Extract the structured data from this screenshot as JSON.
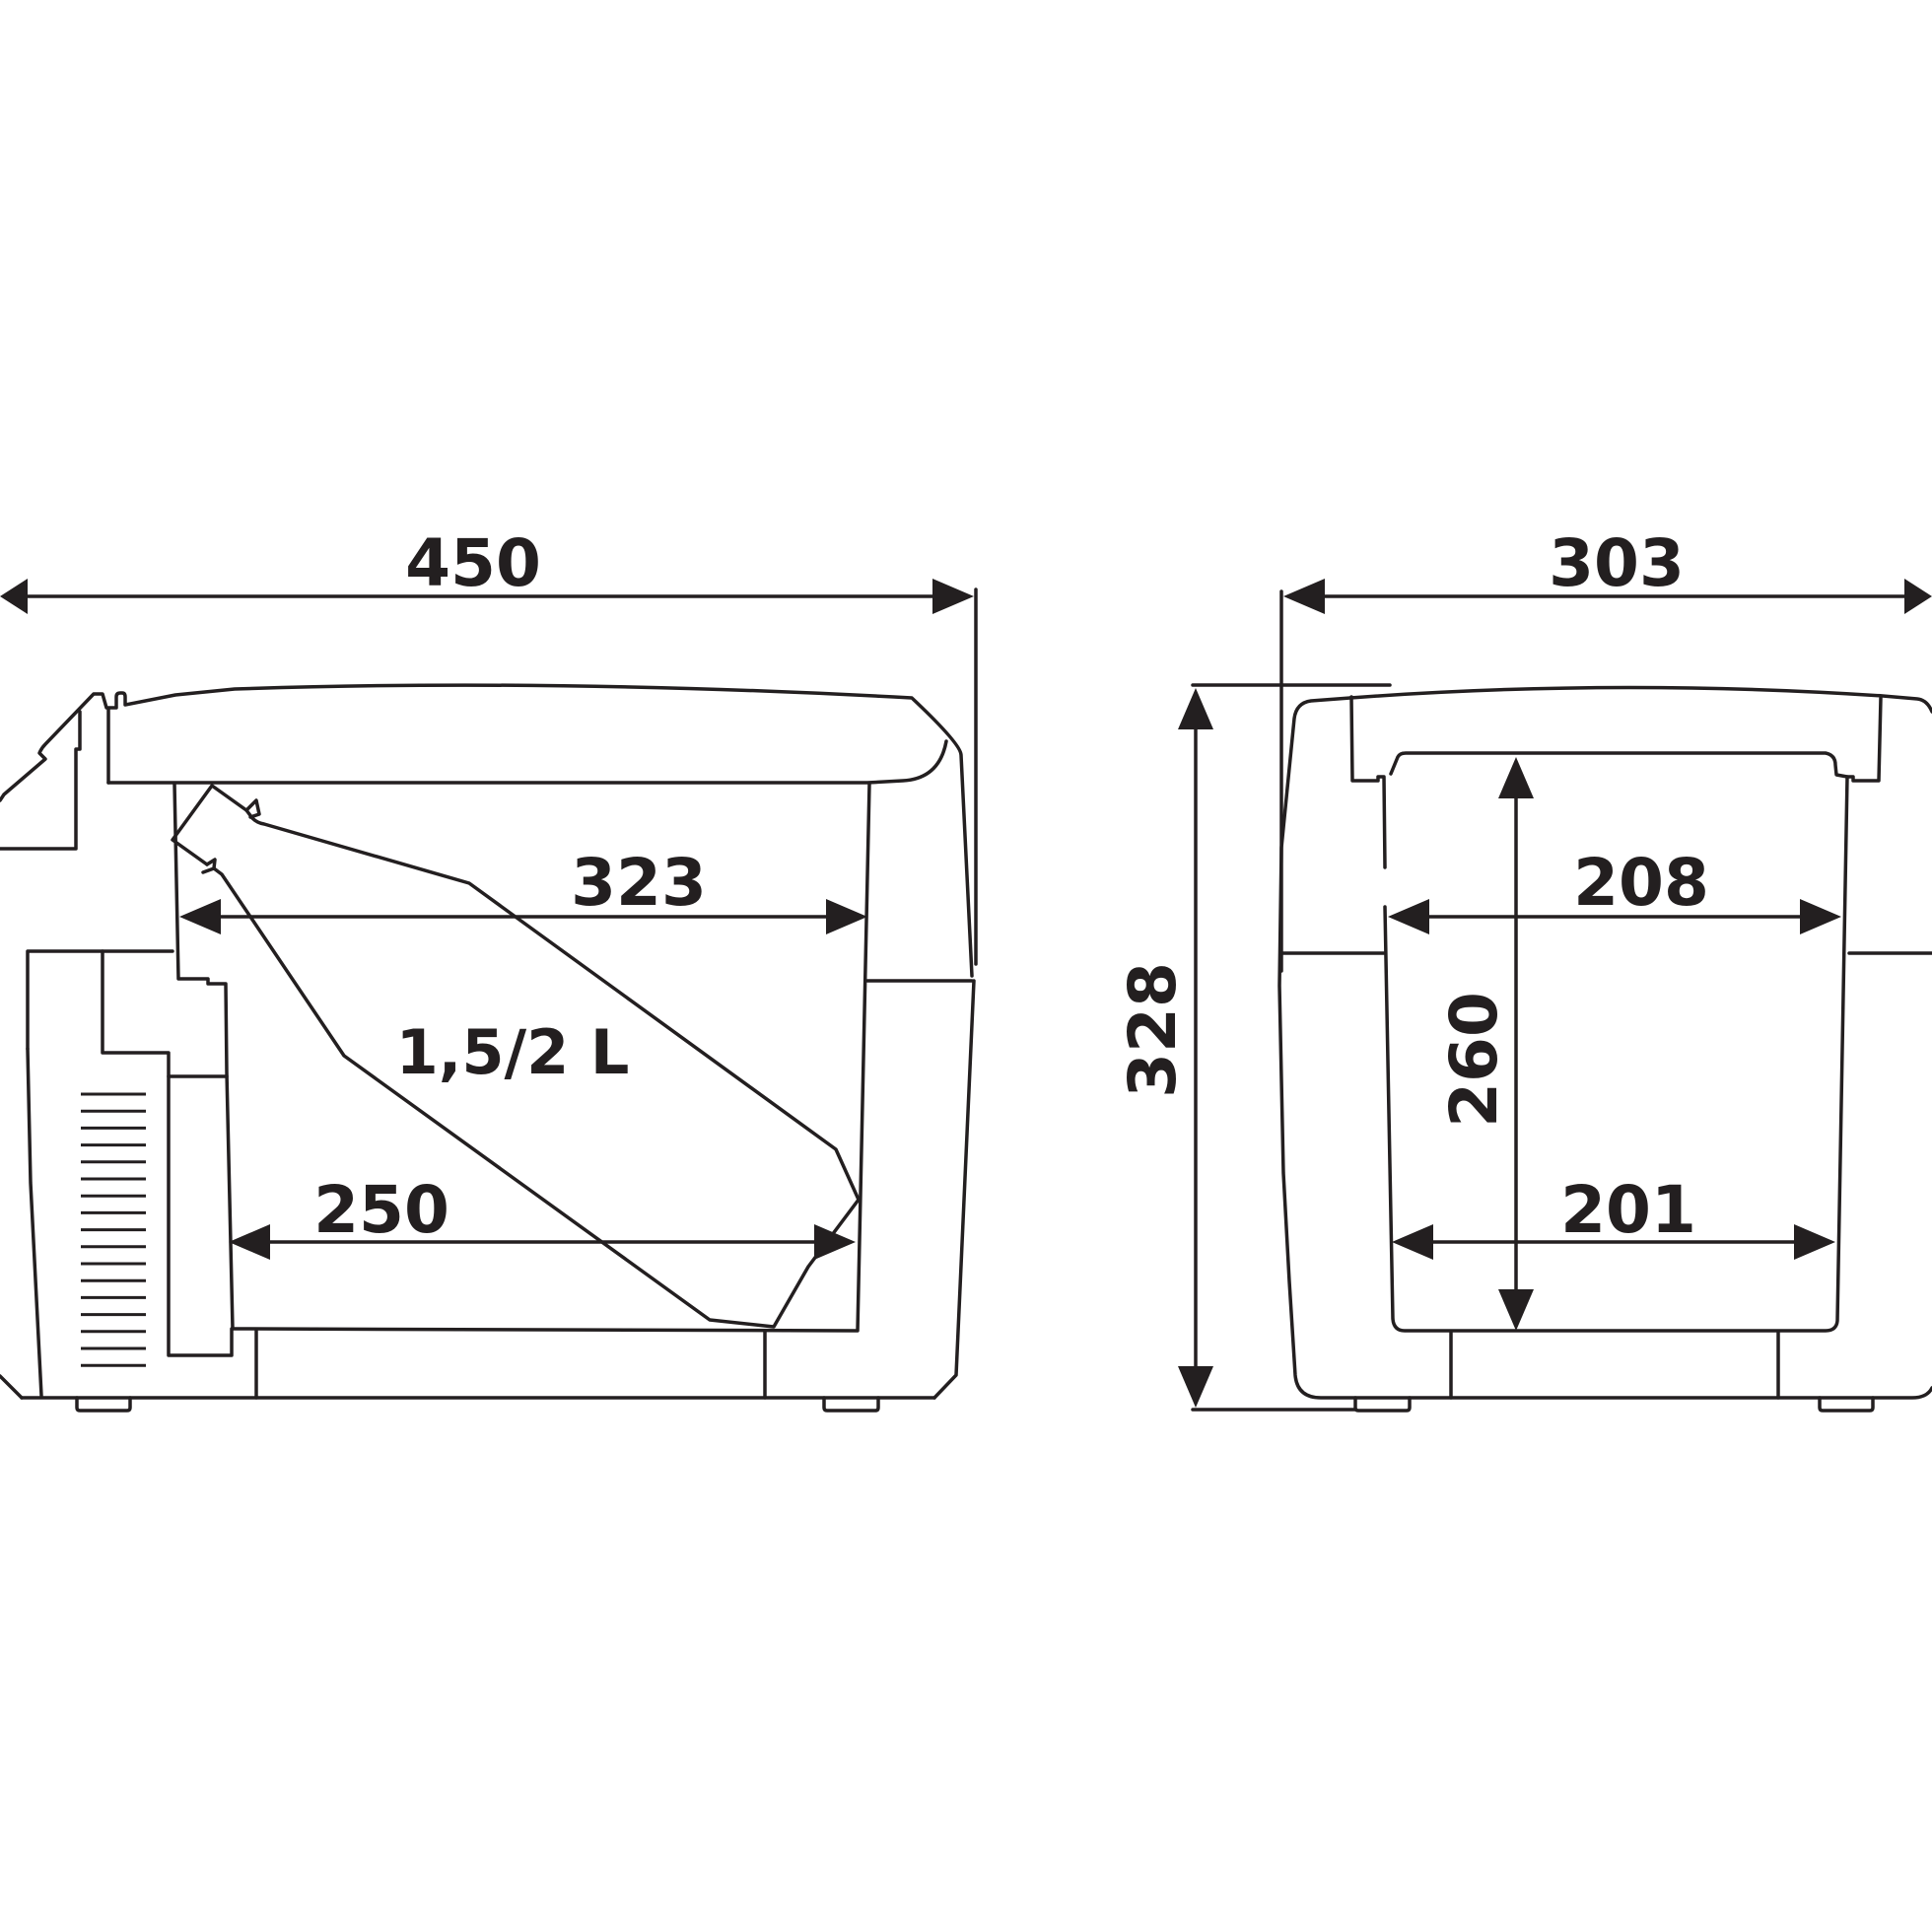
{
  "diagram": {
    "side_view": {
      "overall_width": "450",
      "interior_top_width": "323",
      "interior_bottom_width": "250",
      "bottle_capacity": "1,5/2 L"
    },
    "front_view": {
      "overall_depth": "303",
      "overall_height": "328",
      "interior_top_depth": "208",
      "interior_bottom_depth": "201",
      "interior_height": "260"
    }
  }
}
